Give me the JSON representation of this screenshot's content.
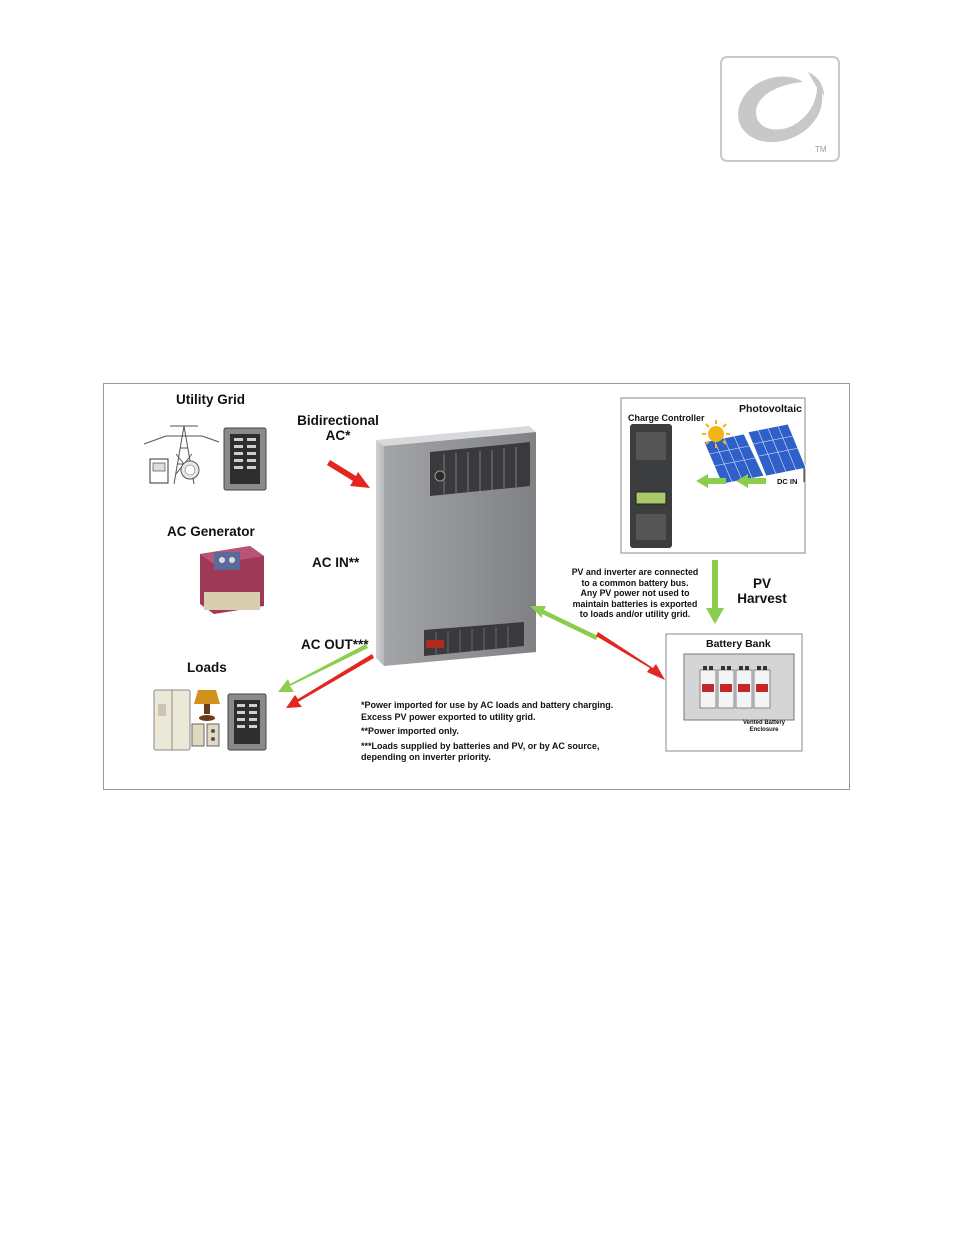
{
  "logo": {
    "mark": "TM"
  },
  "diagram": {
    "utility_grid": "Utility Grid",
    "ac_generator": "AC Generator",
    "loads": "Loads",
    "bidirectional_l1": "Bidirectional",
    "bidirectional_l2": "AC*",
    "ac_in": "AC IN**",
    "ac_out": "AC OUT***",
    "photovoltaic": "Photovoltaic",
    "charge_controller": "Charge Controller",
    "dc_in": "DC IN",
    "pv_harvest_l1": "PV",
    "pv_harvest_l2": "Harvest",
    "battery_bank": "Battery Bank",
    "vented_battery_l1": "Vented Battery",
    "vented_battery_l2": "Enclosure",
    "pv_note": [
      "PV and inverter are connected",
      "to a common battery bus.",
      "Any PV power not used to",
      "maintain batteries is exported",
      "to loads and/or utility grid."
    ],
    "footnotes": [
      "*Power imported for use by AC loads and battery charging.",
      "Excess PV power exported to utility grid.",
      "**Power imported only.",
      "***Loads supplied by batteries and PV, or by AC source,",
      "depending on inverter priority."
    ],
    "colors": {
      "import_arrow": "#e3261f",
      "export_arrow": "#8ccc4e",
      "panel": "#2f5fc9",
      "inverter": "#8d8f92"
    }
  }
}
